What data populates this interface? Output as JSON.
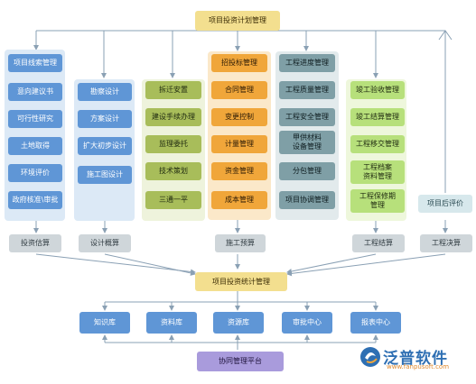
{
  "top": "项目投资计划管理",
  "middle": "项目投资统计管理",
  "bottom": "协同管理平台",
  "col1": [
    "项目线索管理",
    "意向建议书",
    "可行性研究",
    "土地取得",
    "环境评价",
    "政府核准\\审批"
  ],
  "col1_footer": "投资估算",
  "col2": [
    "勘察设计",
    "方案设计",
    "扩大初步设计",
    "施工图设计"
  ],
  "col2_footer": "设计概算",
  "col3": [
    "拆迁安置",
    "建设手续办理",
    "监理委托",
    "技术策划",
    "三通一平"
  ],
  "col4": [
    "招投标管理",
    "合同管理",
    "变更控制",
    "计量管理",
    "资金管理",
    "成本管理"
  ],
  "col5": [
    "工程进度管理",
    "工程质量管理",
    "工程安全管理",
    "甲供材料\n设备管理",
    "分包管理",
    "项目协调管理"
  ],
  "col345_footer": "施工预算",
  "col6": [
    "竣工验收管理",
    "竣工结算管理",
    "工程移交管理",
    "工程档案\n资料管理",
    "工程保修期\n管理"
  ],
  "col6_footer": "工程结算",
  "col7": [
    "项目后评价"
  ],
  "col7_footer": "工程决算",
  "libraries": [
    "知识库",
    "资料库",
    "资源库",
    "审批中心",
    "报表中心"
  ],
  "logo": {
    "name": "泛普软件",
    "url": "www.fanpusoft.com"
  },
  "colors": {
    "line": "#8aa0b4",
    "blue": "#5f96d6",
    "olive": "#a8bd5a",
    "orange": "#f0a63a",
    "slate": "#7f9fa6",
    "green": "#b7e07b",
    "gold": "#f3df8f",
    "purple": "#a99bdc",
    "gray": "#cfd6da"
  }
}
